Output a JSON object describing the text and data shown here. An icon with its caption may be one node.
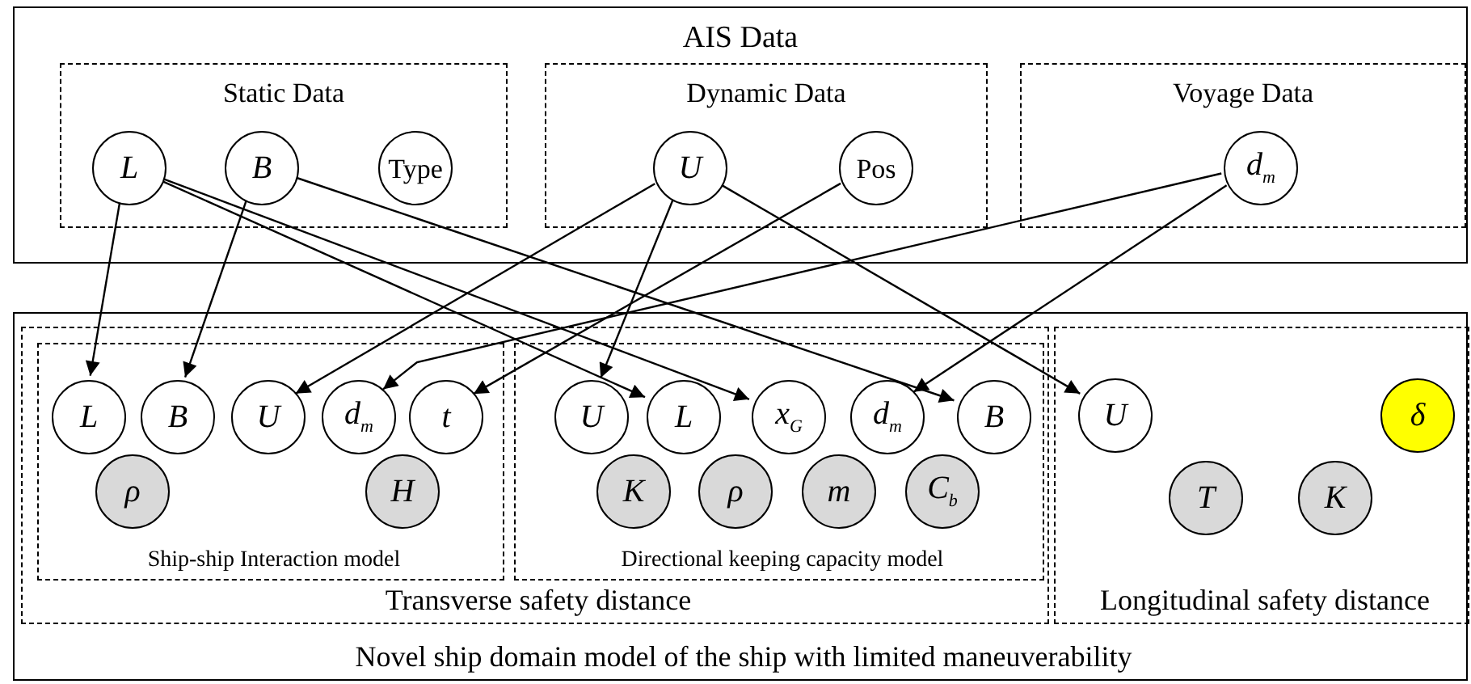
{
  "diagram": {
    "nodes": [
      {
        "text": [
          "AIS Data"
        ]
      },
      {
        "text": [
          "Static Data"
        ],
        "in": 0
      },
      {
        "text": [
          "L"
        ],
        "in": 1
      },
      {
        "text": [
          "B"
        ],
        "in": 1
      },
      {
        "text": [
          "Type"
        ],
        "in": 1
      },
      {
        "text": [
          "Dynamic Data"
        ],
        "in": 0
      },
      {
        "text": [
          "U"
        ],
        "in": 5
      },
      {
        "text": [
          "Pos"
        ],
        "in": 5
      },
      {
        "text": [
          "Voyage Data"
        ],
        "in": 0
      },
      {
        "text": [
          "d$_{m}$"
        ],
        "in": 8
      },
      {
        "text": [
          "Novel ship domain model of the ship with limited maneuverability"
        ]
      },
      {
        "text": [
          "Transverse safety distance"
        ],
        "in": 10
      },
      {
        "text": [
          "Ship-ship Interaction model"
        ],
        "in": 11
      },
      {
        "text": [
          "L"
        ],
        "in": 12
      },
      {
        "text": [
          "B"
        ],
        "in": 12
      },
      {
        "text": [
          "U"
        ],
        "in": 12
      },
      {
        "text": [
          "d$_{m}$"
        ],
        "in": 12
      },
      {
        "text": [
          "t"
        ],
        "in": 12
      },
      {
        "text": [
          "ρ"
        ],
        "in": 12
      },
      {
        "text": [
          "H"
        ],
        "in": 12
      },
      {
        "text": [
          "Directional keeping capacity model"
        ],
        "in": 11
      },
      {
        "text": [
          "U"
        ],
        "in": 20
      },
      {
        "text": [
          "L"
        ],
        "in": 20
      },
      {
        "text": [
          "x$_{G}$"
        ],
        "in": 20
      },
      {
        "text": [
          "d$_{m}$"
        ],
        "in": 20
      },
      {
        "text": [
          "B"
        ],
        "in": 20
      },
      {
        "text": [
          "K"
        ],
        "in": 20
      },
      {
        "text": [
          "ρ"
        ],
        "in": 20
      },
      {
        "text": [
          "m"
        ],
        "in": 20
      },
      {
        "text": [
          "C$_{b}$"
        ],
        "in": 20
      },
      {
        "text": [
          "Longitudinal safety distance"
        ],
        "in": 10
      },
      {
        "text": [
          "U"
        ],
        "in": 30
      },
      {
        "text": [
          "δ"
        ],
        "in": 30
      },
      {
        "text": [
          "T"
        ],
        "in": 30
      },
      {
        "text": [
          "K"
        ],
        "in": 30
      }
    ],
    "edges": [
      {
        "from": 2,
        "to": 13,
        "arrow": "to"
      },
      {
        "from": 2,
        "to": 22,
        "arrow": "to"
      },
      {
        "from": 2,
        "to": 23,
        "arrow": "to"
      },
      {
        "from": 3,
        "to": 14,
        "arrow": "to"
      },
      {
        "from": 3,
        "to": 25,
        "arrow": "to"
      },
      {
        "from": 6,
        "to": 15,
        "arrow": "to"
      },
      {
        "from": 6,
        "to": 21,
        "arrow": "to"
      },
      {
        "from": 6,
        "to": 31,
        "arrow": "to"
      },
      {
        "from": 7,
        "to": 17,
        "arrow": "to"
      },
      {
        "from": 9,
        "to": 16,
        "arrow": "to"
      },
      {
        "from": 9,
        "to": 24,
        "arrow": "to"
      }
    ]
  }
}
